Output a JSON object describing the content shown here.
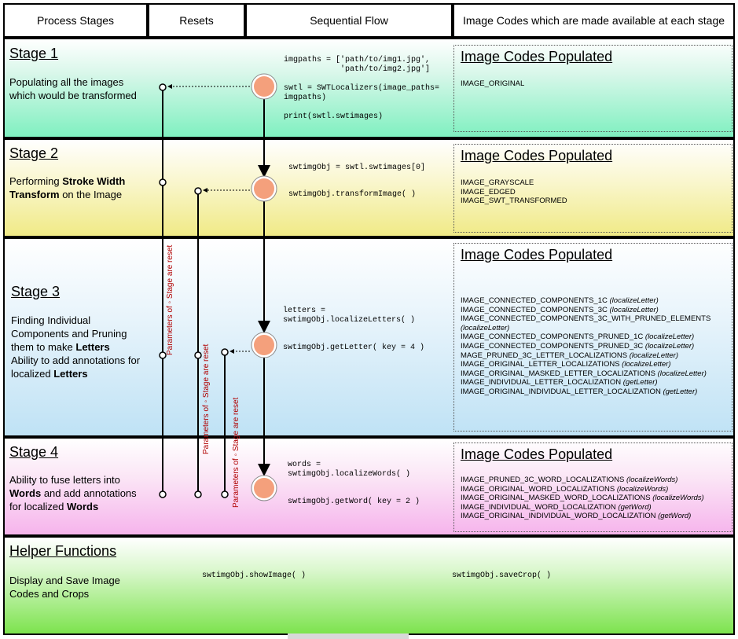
{
  "headers": {
    "process_stages": "Process Stages",
    "resets": "Resets",
    "sequential_flow": "Sequential Flow",
    "image_codes": "Image Codes which are made available at each stage"
  },
  "stages": [
    {
      "title": "Stage 1",
      "desc_lines": [
        "Populating all the images",
        "which would be transformed"
      ],
      "code": "imgpaths = ['path/to/img1.jpg',\n            'path/to/img2.jpg']\n\nswtl = SWTLocalizers(image_paths=\nimgpaths)\n\nprint(swtl.swtimages)",
      "codes_title": "Image Codes Populated",
      "codes": [
        "IMAGE_ORIGINAL"
      ]
    },
    {
      "title": "Stage 2",
      "desc_lines": [
        "Performing ",
        "Stroke Width",
        "Transform",
        " on the Image"
      ],
      "code_a": "swtimgObj = swtl.swtimages[0]",
      "code_b": "swtimgObj.transformImage( )",
      "codes_title": "Image Codes Populated",
      "codes": [
        "IMAGE_GRAYSCALE",
        "IMAGE_EDGED",
        "IMAGE_SWT_TRANSFORMED"
      ]
    },
    {
      "title": "Stage 3",
      "desc_lines": [
        "Finding Individual",
        "Components and Pruning",
        "them to make ",
        "Letters",
        "Ability to add annotations for",
        "localized ",
        "Letters"
      ],
      "code_a": "letters =\nswtimgObj.localizeLetters( )",
      "code_b": "swtimgObj.getLetter( key = 4 )",
      "codes_title": "Image Codes Populated",
      "codes": [
        {
          "name": "IMAGE_CONNECTED_COMPONENTS_1C",
          "fn": "(localizeLetter)"
        },
        {
          "name": "IMAGE_CONNECTED_COMPONENTS_3C",
          "fn": "(localizeLetter)"
        },
        {
          "name": "IMAGE_CONNECTED_COMPONENTS_3C_WITH_PRUNED_ELEMENTS",
          "fn": ""
        },
        {
          "name": "",
          "fn": "(localizeLetter)"
        },
        {
          "name": "IMAGE_CONNECTED_COMPONENTS_PRUNED_1C",
          "fn": "(localizeLetter)"
        },
        {
          "name": "IMAGE_CONNECTED_COMPONENTS_PRUNED_3C",
          "fn": "(localizeLetter)"
        },
        {
          "name": "MAGE_PRUNED_3C_LETTER_LOCALIZATIONS",
          "fn": "(localizeLetter)"
        },
        {
          "name": "IMAGE_ORIGINAL_LETTER_LOCALIZATIONS",
          "fn": "(localizeLetter)"
        },
        {
          "name": "IMAGE_ORIGINAL_MASKED_LETTER_LOCALIZATIONS",
          "fn": "(localizeLetter)"
        },
        {
          "name": "IMAGE_INDIVIDUAL_LETTER_LOCALIZATION",
          "fn": "(getLetter)"
        },
        {
          "name": "IMAGE_ORIGINAL_INDIVIDUAL_LETTER_LOCALIZATION",
          "fn": "(getLetter)"
        }
      ]
    },
    {
      "title": "Stage 4",
      "desc_lines": [
        "Ability to fuse letters into",
        "Words",
        " and add annotations",
        "for localized ",
        "Words"
      ],
      "code_a": "words =\nswtimgObj.localizeWords( )",
      "code_b": "swtimgObj.getWord( key = 2 )",
      "codes_title": "Image Codes Populated",
      "codes": [
        {
          "name": "IMAGE_PRUNED_3C_WORD_LOCALIZATIONS",
          "fn": "(localizeWords)"
        },
        {
          "name": "IMAGE_ORIGINAL_WORD_LOCALIZATIONS",
          "fn": "(localizeWords)"
        },
        {
          "name": "IMAGE_ORIGINAL_MASKED_WORD_LOCALIZATIONS",
          "fn": "(localizeWords)"
        },
        {
          "name": "IMAGE_INDIVIDUAL_WORD_LOCALIZATION",
          "fn": "(getWord)"
        },
        {
          "name": "IMAGE_ORIGINAL_INDIVIDUAL_WORD_LOCALIZATION",
          "fn": "(getWord)"
        }
      ]
    }
  ],
  "helper": {
    "title": "Helper Functions",
    "desc_lines": [
      "Display and Save Image",
      "Codes and Crops"
    ],
    "code_a": "swtimgObj.showImage( )",
    "code_b": "swtimgObj.saveCrop( )"
  },
  "reset_label": "Parameters of ◦ Stage are reset",
  "colors": {
    "node_fill": "#f4a07c",
    "reset_text": "#b00000"
  }
}
